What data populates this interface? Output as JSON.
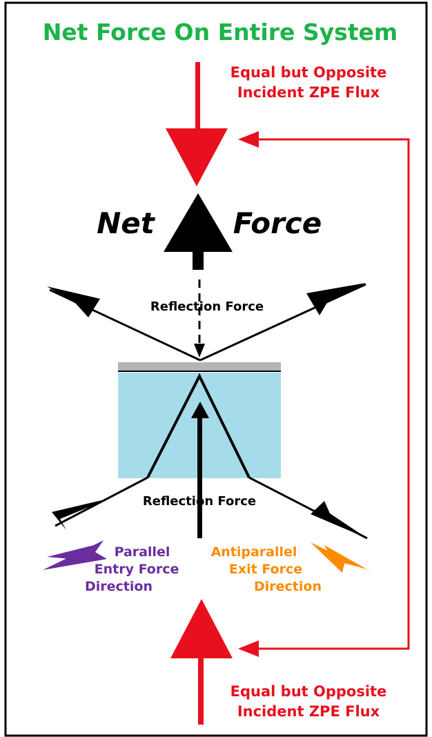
{
  "title": "Net Force On Entire System",
  "top_flux": {
    "line1": "Equal but Opposite",
    "line2": "Incident ZPE  Flux"
  },
  "bottom_flux": {
    "line1": "Equal but Opposite",
    "line2": "Incident ZPE  Flux"
  },
  "net_force": {
    "word1": "Net",
    "word2": "Force"
  },
  "reflection_force_upper": "Reflection Force",
  "reflection_force_lower": "Reflection Force",
  "parallel_label": {
    "line1": "Parallel",
    "line2": "Entry Force",
    "line3": "Direction"
  },
  "antiparallel_label": {
    "line1": "Antiparallel",
    "line2": "Exit Force",
    "line3": "Direction"
  },
  "colors": {
    "title_green": "#1db34a",
    "flux_red": "#e8101e",
    "parallel_purple": "#6a2d9e",
    "antiparallel_orange": "#ff8a00",
    "block_blue": "#a6dcea",
    "surface_gray": "#b4b4b4"
  }
}
